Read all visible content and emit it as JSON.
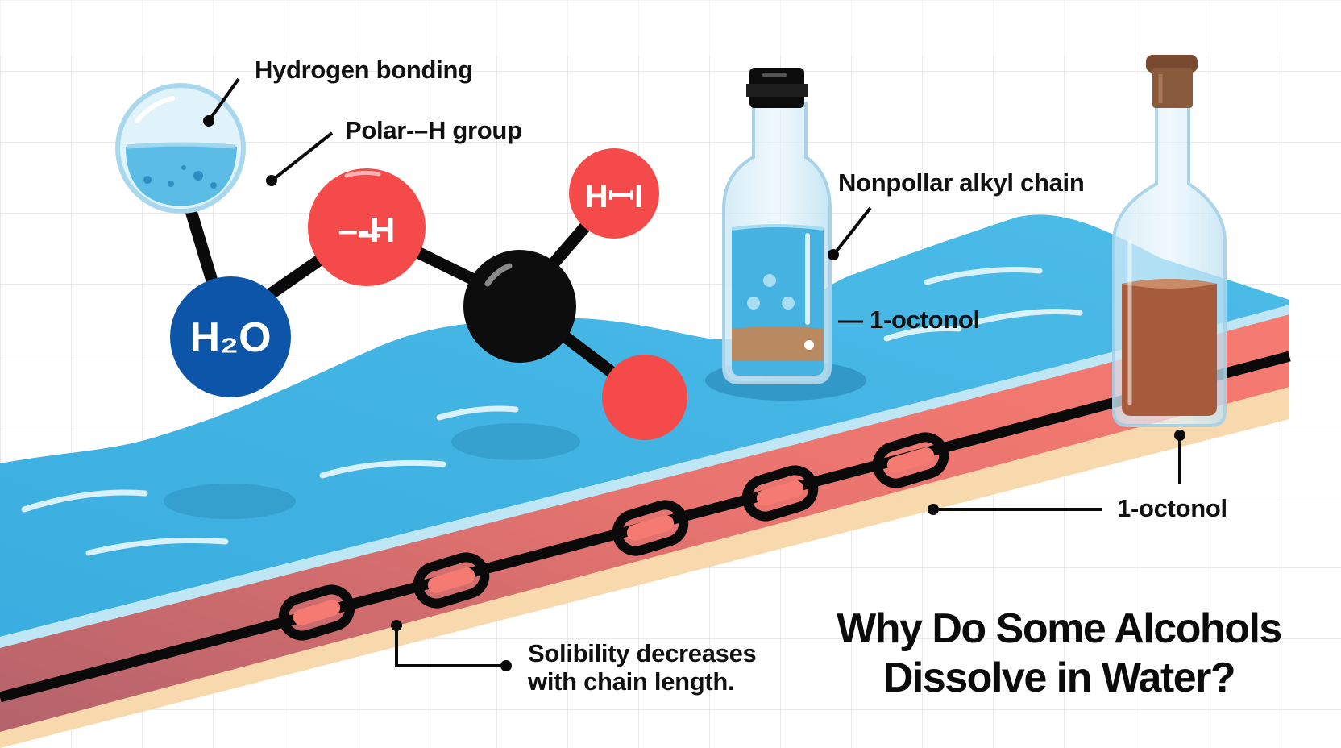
{
  "title": {
    "line1": "Why Do Some Alcohols",
    "line2": "Dissolve in Water?"
  },
  "labels": {
    "hydrogen_bonding": "Hydrogen bonding",
    "polar_group": "Polar-–H group",
    "nonpolar_chain": "Nonpollar alkyl chain",
    "octanol_glass": "— 1-octonol",
    "octanol_layer": "1-octonol",
    "solubility_note": "Solibility decreases with chain length."
  },
  "atoms": {
    "water": "H₂O",
    "hydroxyl": "–-̶H",
    "top_right": "HꟷӀ"
  },
  "colors": {
    "water": "#45b5e3",
    "water_light": "#bfe6f5",
    "water_dark": "#2f94c4",
    "alkyl_layer": "#f47a72",
    "alkyl_layer_dark": "#b96770",
    "sand": "#f8d9ae",
    "oxygen_red": "#f44a4a",
    "h2o_blue": "#0d55a8",
    "carbon": "#0d0d0d",
    "octanol_brown": "#a05c3c",
    "cork": "#8a5a3c",
    "grid": "#e9e9e9"
  }
}
